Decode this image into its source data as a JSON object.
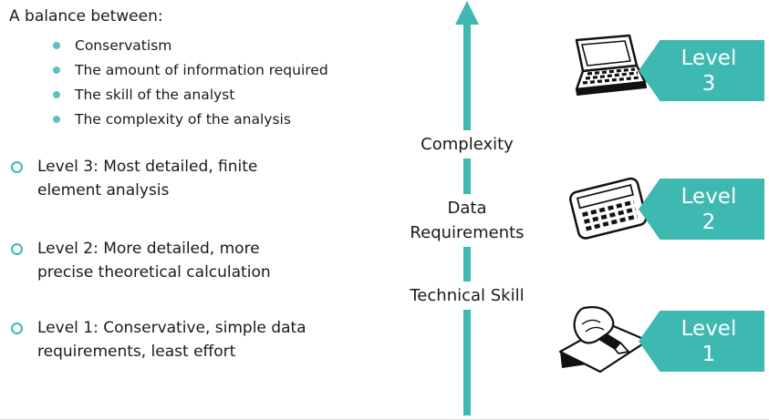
{
  "colors": {
    "teal": "#3DB9B2",
    "text": "#1a1a1a"
  },
  "intro": {
    "title": "A balance between:",
    "bullets": [
      "Conservatism",
      "The amount of information required",
      "The skill of the analyst",
      "The complexity of the analysis"
    ]
  },
  "levels": [
    {
      "text": "Level 3: Most detailed, finite\nelement analysis"
    },
    {
      "text": "Level 2: More detailed, more\nprecise theoretical calculation"
    },
    {
      "text": "Level 1:  Conservative, simple data\nrequirements, least effort"
    }
  ],
  "axis": {
    "labels": [
      "Complexity",
      "Data\nRequirements",
      "Technical Skill"
    ]
  },
  "banners": [
    {
      "label": "Level",
      "number": "3",
      "icon": "laptop-icon"
    },
    {
      "label": "Level",
      "number": "2",
      "icon": "calculator-icon"
    },
    {
      "label": "Level",
      "number": "1",
      "icon": "writing-hand-icon"
    }
  ]
}
